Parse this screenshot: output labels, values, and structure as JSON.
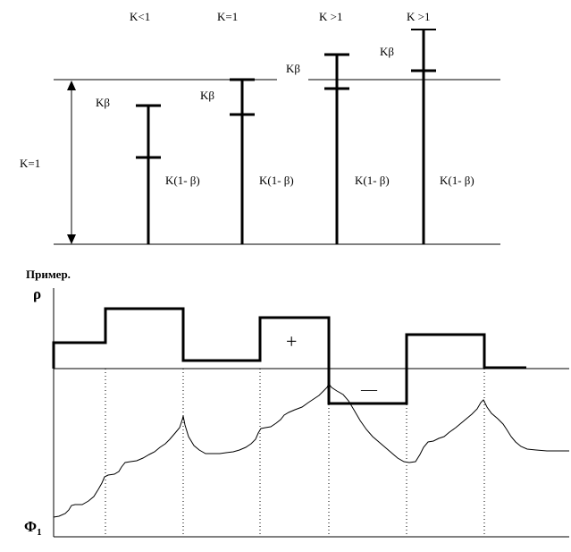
{
  "top_diagram": {
    "total_label": "K=1",
    "columns": [
      {
        "header": "K<1",
        "upper_label": "Kβ",
        "lower_label": "K(1- β)"
      },
      {
        "header": "K=1",
        "upper_label": "Kβ",
        "lower_label": "K(1- β)"
      },
      {
        "header": "K >1",
        "upper_label": "Kβ",
        "lower_label": "K(1- β)"
      },
      {
        "header": "K >1",
        "upper_label": "Kβ",
        "lower_label": "K(1- β)"
      }
    ]
  },
  "example": {
    "heading": "Пример.",
    "rho_label": "ρ",
    "phi_label": "Φ",
    "phi_subscript": "1",
    "plus_sign": "+",
    "minus_sign": "—"
  }
}
